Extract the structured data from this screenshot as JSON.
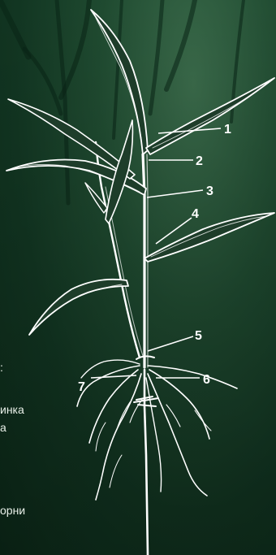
{
  "callouts": [
    "1",
    "2",
    "3",
    "4",
    "5",
    "6",
    "7"
  ],
  "text_fragments": {
    "colon": ":",
    "line1": "инка",
    "line2": "а",
    "line3": "орни"
  }
}
